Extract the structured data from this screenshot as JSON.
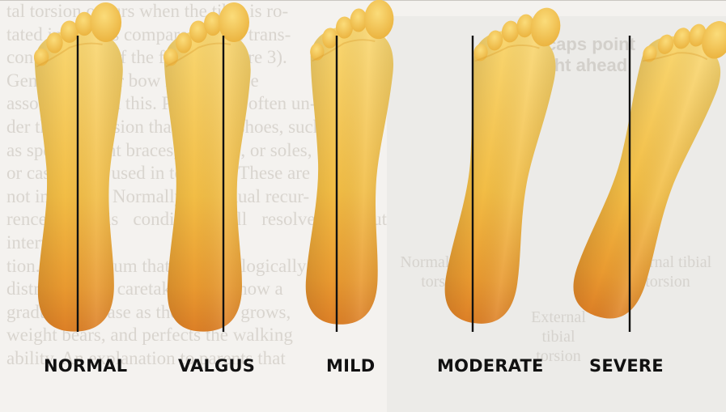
{
  "background": {
    "text_lines": [
      "tal torsion occurs when the tibia is ro-",
      "tated inward as compared to the trans-",
      "condylar axis of the femur (Figure 3).",
      "Genu varum, or bow legs, may be",
      "associated with this. Parents are often un-",
      "der the impression that special shoes, such",
      "as special night braces, twisters, or soles,",
      "or casting are used in toddlers. These are",
      "not indicated. Normally, a gradual recur-",
      "rence of this condition will resolve without interven-",
      "tion. Genu varum that is physiologically",
      "distressing for caretakers will show a",
      "gradual decrease as the toddler grows,",
      "weight bears, and perfects the walking",
      "ability. An explanation to parents that"
    ],
    "panel_title": "Knee caps point straight ahead",
    "panel_labels": [
      "Normal tibial torsion",
      "Internal tibial torsion",
      "External tibial torsion"
    ]
  },
  "labels": [
    "NORMAL",
    "VALGUS",
    "MILD",
    "MODERATE",
    "SEVERE"
  ],
  "colors": {
    "skin_light": "#f7cd63",
    "skin_mid": "#efb43a",
    "heel": "#e08a2a",
    "line": "#111111"
  }
}
